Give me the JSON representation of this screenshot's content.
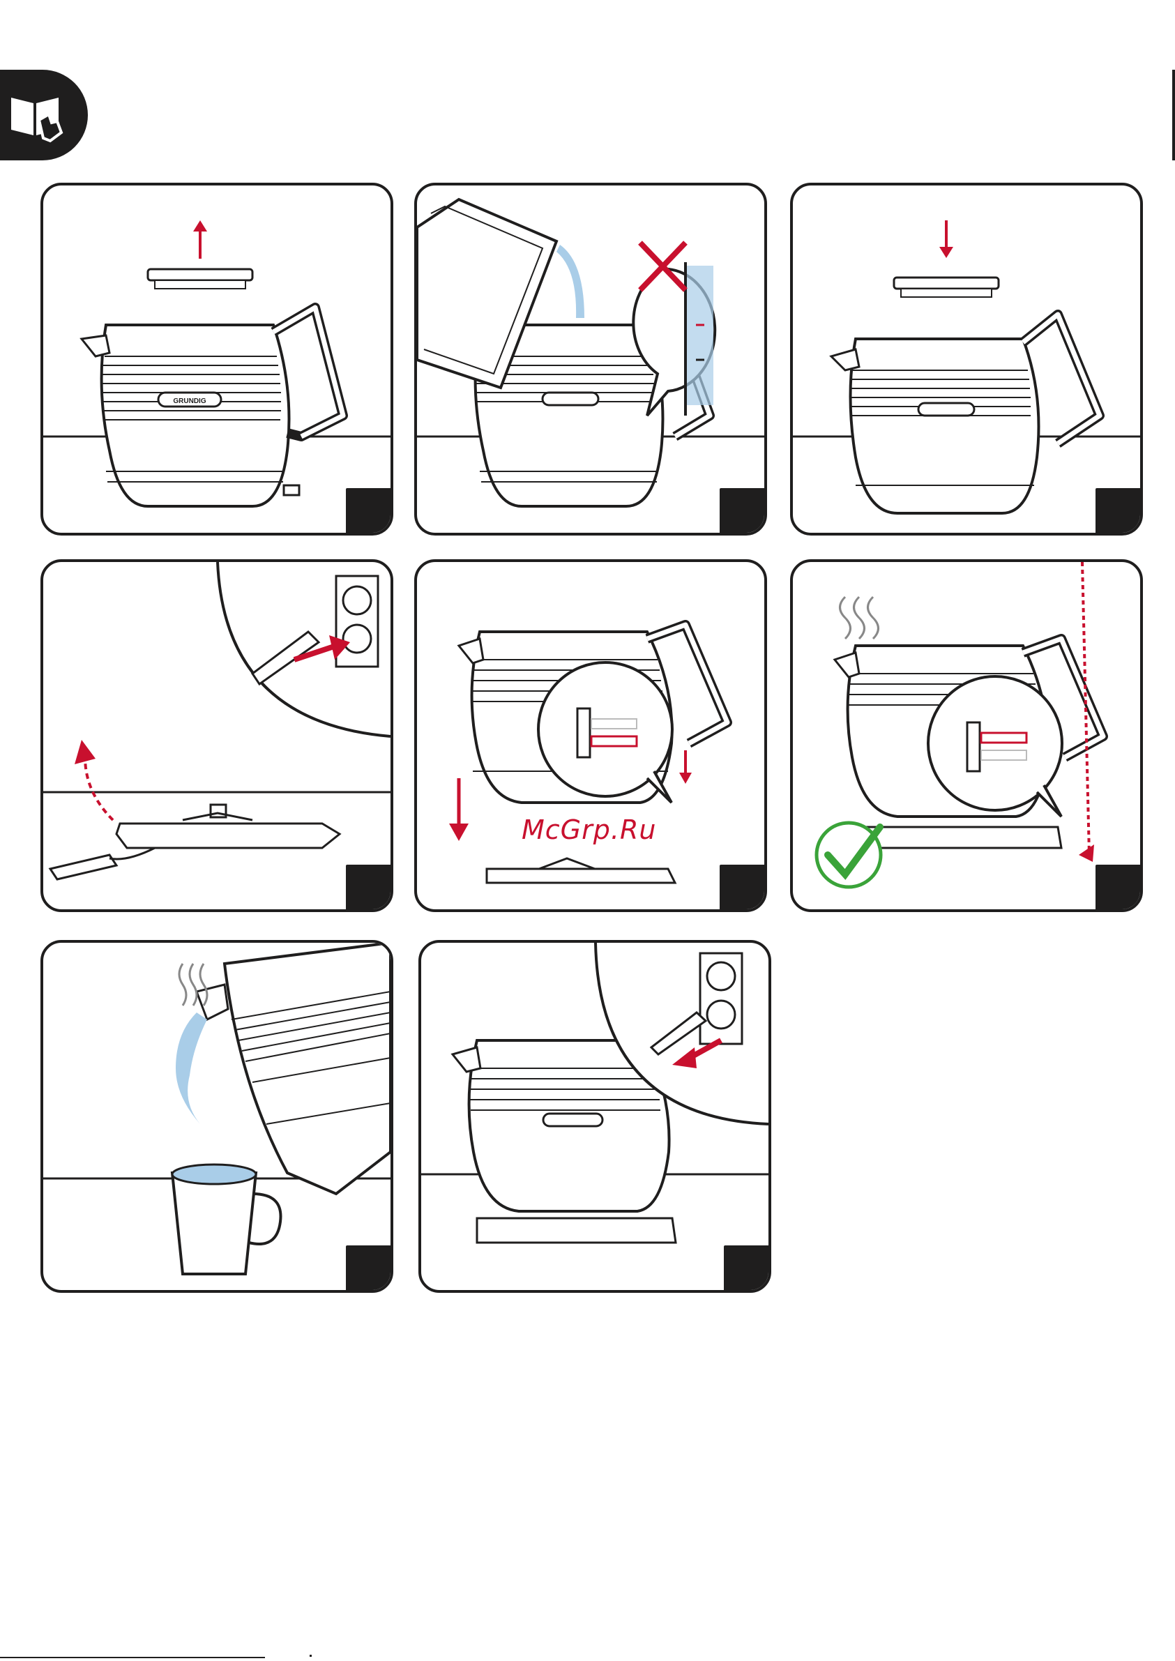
{
  "page": {
    "section_icon": "manual-reading-icon",
    "brand_label": "GRUNDIG",
    "watermark": "McGrp.Ru"
  },
  "steps": [
    {
      "id": 1,
      "number": "",
      "scene": "remove-lid"
    },
    {
      "id": 2,
      "number": "",
      "scene": "fill-water-max"
    },
    {
      "id": 3,
      "number": "",
      "scene": "close-lid"
    },
    {
      "id": 4,
      "number": "",
      "scene": "plug-base"
    },
    {
      "id": 5,
      "number": "",
      "scene": "place-kettle-switch-on"
    },
    {
      "id": 6,
      "number": "",
      "scene": "boiling-auto-off"
    },
    {
      "id": 7,
      "number": "",
      "scene": "pour-into-cup"
    },
    {
      "id": 8,
      "number": "",
      "scene": "unplug"
    }
  ],
  "colors": {
    "ink": "#1f1e1e",
    "accent_red": "#c8102e",
    "water": "#a9cde8",
    "check_green": "#3aa339"
  }
}
